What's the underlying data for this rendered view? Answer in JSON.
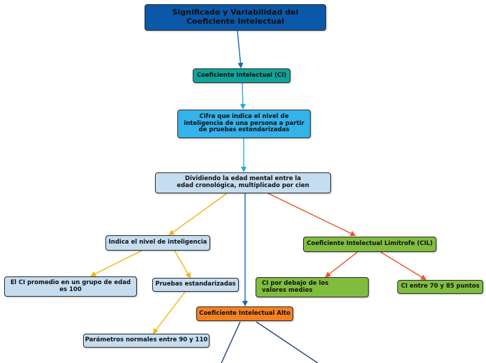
{
  "colors": {
    "blue_line": "#1565c0",
    "cyan_line": "#29a8e0",
    "yellow_line": "#f2b315",
    "red_line": "#e8532a",
    "navy_line": "#1f3f7a"
  },
  "nodes": {
    "root": "Significado y Variabilidad del Coeficiente Intelectual",
    "ci": "Coeficiente Intelectual (CI)",
    "cifra": "Cifra que indica el nivel de inteligencia de una persona a partir de pruebas estandarizadas",
    "dividiendo": "Dividiendo la edad mental entre la edad cronológica, multiplicado por cien",
    "indica": "Indica el nivel de inteligencia",
    "cil": "Coeficiente Intelectual Limítrofe (CIL)",
    "promedio": "El CI promedio en un grupo de edad es 100",
    "pruebas": "Pruebas estandarizadas",
    "alto": "Coeficiente Intelectual Alto",
    "debajo": "CI por debajo de los valores medios",
    "entre": "CI entre 70 y 85 puntos",
    "parametros": "Parámetros normales entre 90 y 110"
  }
}
